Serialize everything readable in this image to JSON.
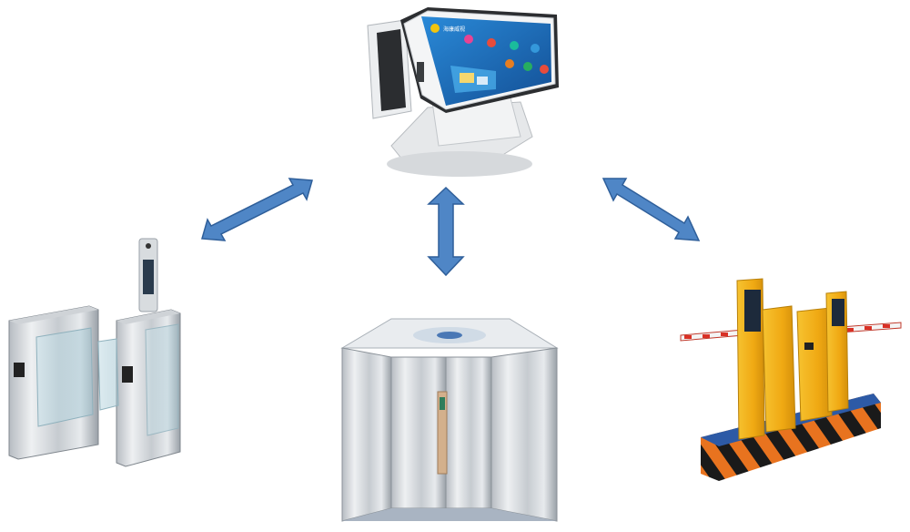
{
  "diagram": {
    "hub": {
      "device": "pos-terminal",
      "screen_brand": "海康威视",
      "screen_app_labels": [
        "",
        "",
        "",
        "",
        "",
        ""
      ]
    },
    "nodes": [
      {
        "id": "turnstile",
        "device": "speed-gate-turnstile-with-face-recognition"
      },
      {
        "id": "elevator",
        "device": "elevator-cabin"
      },
      {
        "id": "parking",
        "device": "parking-barrier-gate"
      }
    ],
    "connections": [
      {
        "from": "hub",
        "to": "turnstile",
        "style": "bidirectional"
      },
      {
        "from": "hub",
        "to": "elevator",
        "style": "bidirectional"
      },
      {
        "from": "hub",
        "to": "parking",
        "style": "bidirectional"
      }
    ],
    "colors": {
      "arrow_fill": "#4f86c6",
      "arrow_stroke": "#2f5f9a",
      "screen_bg": "#1f6fb8",
      "gate_yellow": "#f2b21b",
      "hazard_black": "#1a1a1a",
      "hazard_orange": "#e8731f",
      "base_blue": "#2d5aa6",
      "steel_light": "#d9dde2",
      "steel_dark": "#8b9299"
    },
    "icons": [
      "pos-terminal-icon",
      "turnstile-icon",
      "elevator-icon",
      "barrier-gate-icon",
      "double-arrow-icon"
    ]
  }
}
